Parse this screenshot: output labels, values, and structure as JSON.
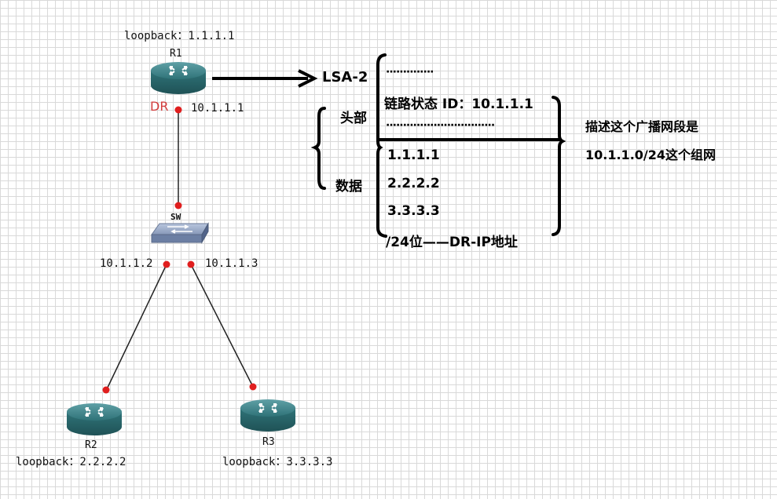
{
  "routers": {
    "r1": {
      "name": "R1",
      "loopback": "loopback：1.1.1.1",
      "ip": "10.1.1.1",
      "role": "DR"
    },
    "r2": {
      "name": "R2",
      "loopback": "loopback：2.2.2.2",
      "ip": "10.1.1.2"
    },
    "r3": {
      "name": "R3",
      "loopback": "loopback：3.3.3.3",
      "ip": "10.1.1.3"
    }
  },
  "switch": {
    "name": "SW"
  },
  "lsa": {
    "title": "LSA-2",
    "dots_top": "··············",
    "link_state_id": "链路状态 ID：10.1.1.1",
    "dots_mid": "································",
    "header_label": "头部",
    "data_label": "数据",
    "data_items": [
      "1.1.1.1",
      "2.2.2.2",
      "3.3.3.3"
    ],
    "mask_line": "/24位——DR-IP地址"
  },
  "description": {
    "line1": "描述这个广播网段是",
    "line2": "10.1.1.0/24这个组网"
  }
}
